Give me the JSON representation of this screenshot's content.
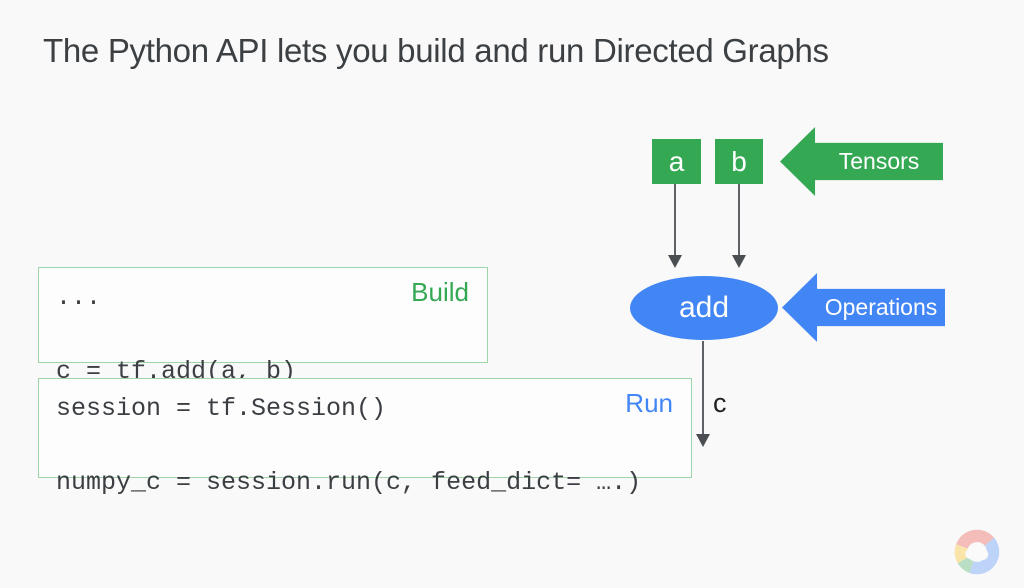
{
  "title": "The Python API lets you build and run Directed Graphs",
  "build_box": {
    "label": "Build",
    "code_line1": "...",
    "code_line2": "c = tf.add(a, b)"
  },
  "run_box": {
    "label": "Run",
    "code_line1": "session = tf.Session()",
    "code_line2": "numpy_c = session.run(c, feed_dict= ….)"
  },
  "graph": {
    "tensor_a": "a",
    "tensor_b": "b",
    "operation": "add",
    "output": "c",
    "tensors_callout": "Tensors",
    "operations_callout": "Operations"
  },
  "branding": {
    "logo": "google-cloud-logo"
  },
  "colors": {
    "background": "#f9f9f9",
    "green": "#34a853",
    "blue": "#4285f4",
    "title-text": "#3c4043",
    "code-text": "#3b3e42",
    "box-border": "#9fd3a8",
    "arrow-gray": "#5f6368",
    "logo-red": "#ea4335",
    "logo-yellow": "#fbbc04"
  }
}
